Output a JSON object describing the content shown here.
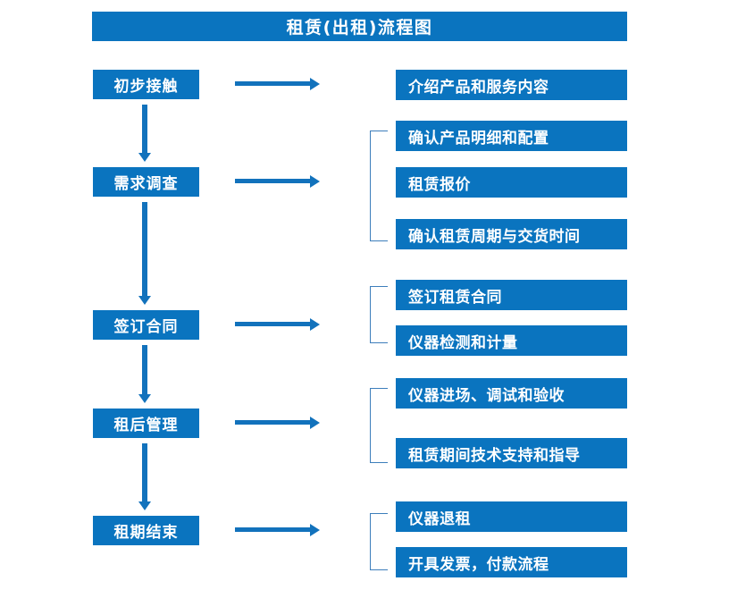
{
  "diagram": {
    "title": "租赁(出租)流程图",
    "colors": {
      "box_fill": "#0A74BF",
      "box_text": "#FFFFFF",
      "arrow": "#1272BC",
      "bracket": "#3D7EBB",
      "background": "#FFFFFF"
    },
    "stages": [
      {
        "label": "初步接触"
      },
      {
        "label": "需求调查"
      },
      {
        "label": "签订合同"
      },
      {
        "label": "租后管理"
      },
      {
        "label": "租期结束"
      }
    ],
    "groups": [
      {
        "stage": "初步接触",
        "bracketed": false,
        "details": [
          "介绍产品和服务内容"
        ]
      },
      {
        "stage": "需求调查",
        "bracketed": true,
        "details": [
          "确认产品明细和配置",
          "租赁报价",
          "确认租赁周期与交货时间"
        ]
      },
      {
        "stage": "签订合同",
        "bracketed": true,
        "details": [
          "签订租赁合同",
          "仪器检测和计量"
        ]
      },
      {
        "stage": "租后管理",
        "bracketed": true,
        "details": [
          "仪器进场、调试和验收",
          "租赁期间技术支持和指导"
        ]
      },
      {
        "stage": "租期结束",
        "bracketed": true,
        "details": [
          "仪器退租",
          "开具发票，付款流程"
        ]
      }
    ],
    "details": {
      "d0": "介绍产品和服务内容",
      "d1": "确认产品明细和配置",
      "d2": "租赁报价",
      "d3": "确认租赁周期与交货时间",
      "d4": "签订租赁合同",
      "d5": "仪器检测和计量",
      "d6": "仪器进场、调试和验收",
      "d7": "租赁期间技术支持和指导",
      "d8": "仪器退租",
      "d9": "开具发票，付款流程"
    }
  }
}
